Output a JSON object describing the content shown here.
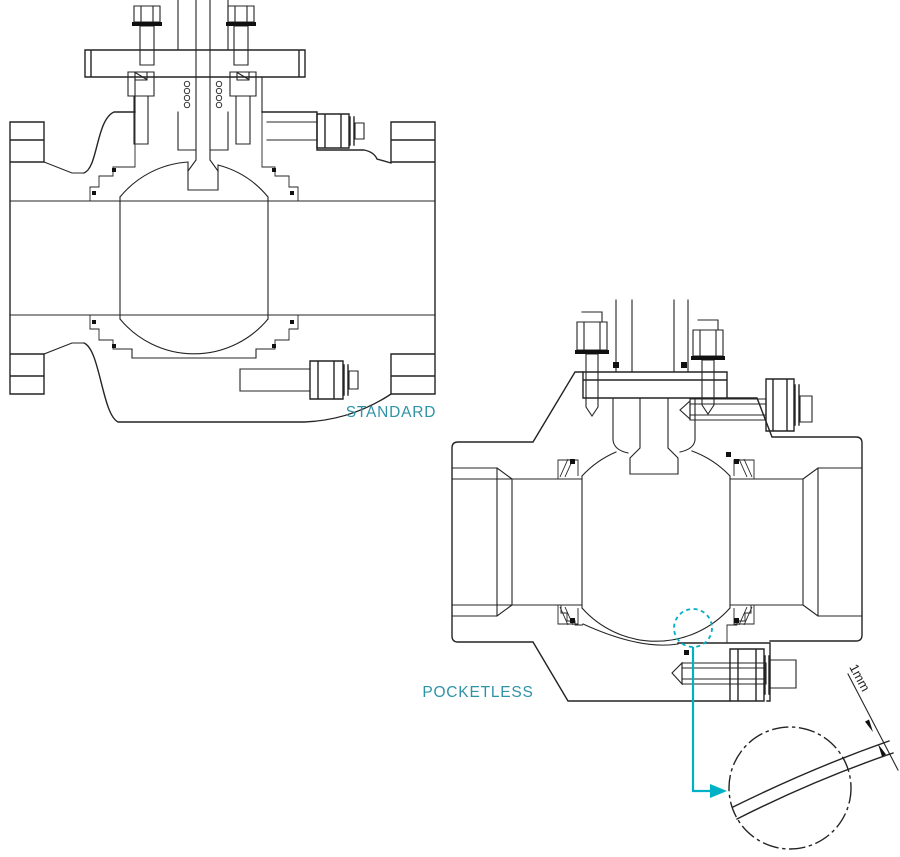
{
  "labels": {
    "standard": "STANDARD",
    "pocketless": "POCKETLESS"
  },
  "detail": {
    "dimension": "1mm"
  },
  "colors": {
    "background": "#ffffff",
    "line": "#242424",
    "dark": "#101010",
    "label_text": "#2e93a6",
    "callout_accent": "#00b1c6"
  },
  "diagram": {
    "type": "technical-drawing",
    "views": [
      {
        "id": "standard-valve-section",
        "label": "STANDARD"
      },
      {
        "id": "pocketless-valve-section",
        "label": "POCKETLESS"
      },
      {
        "id": "gap-detail",
        "label": "1mm",
        "kind": "magnified-detail"
      }
    ]
  }
}
